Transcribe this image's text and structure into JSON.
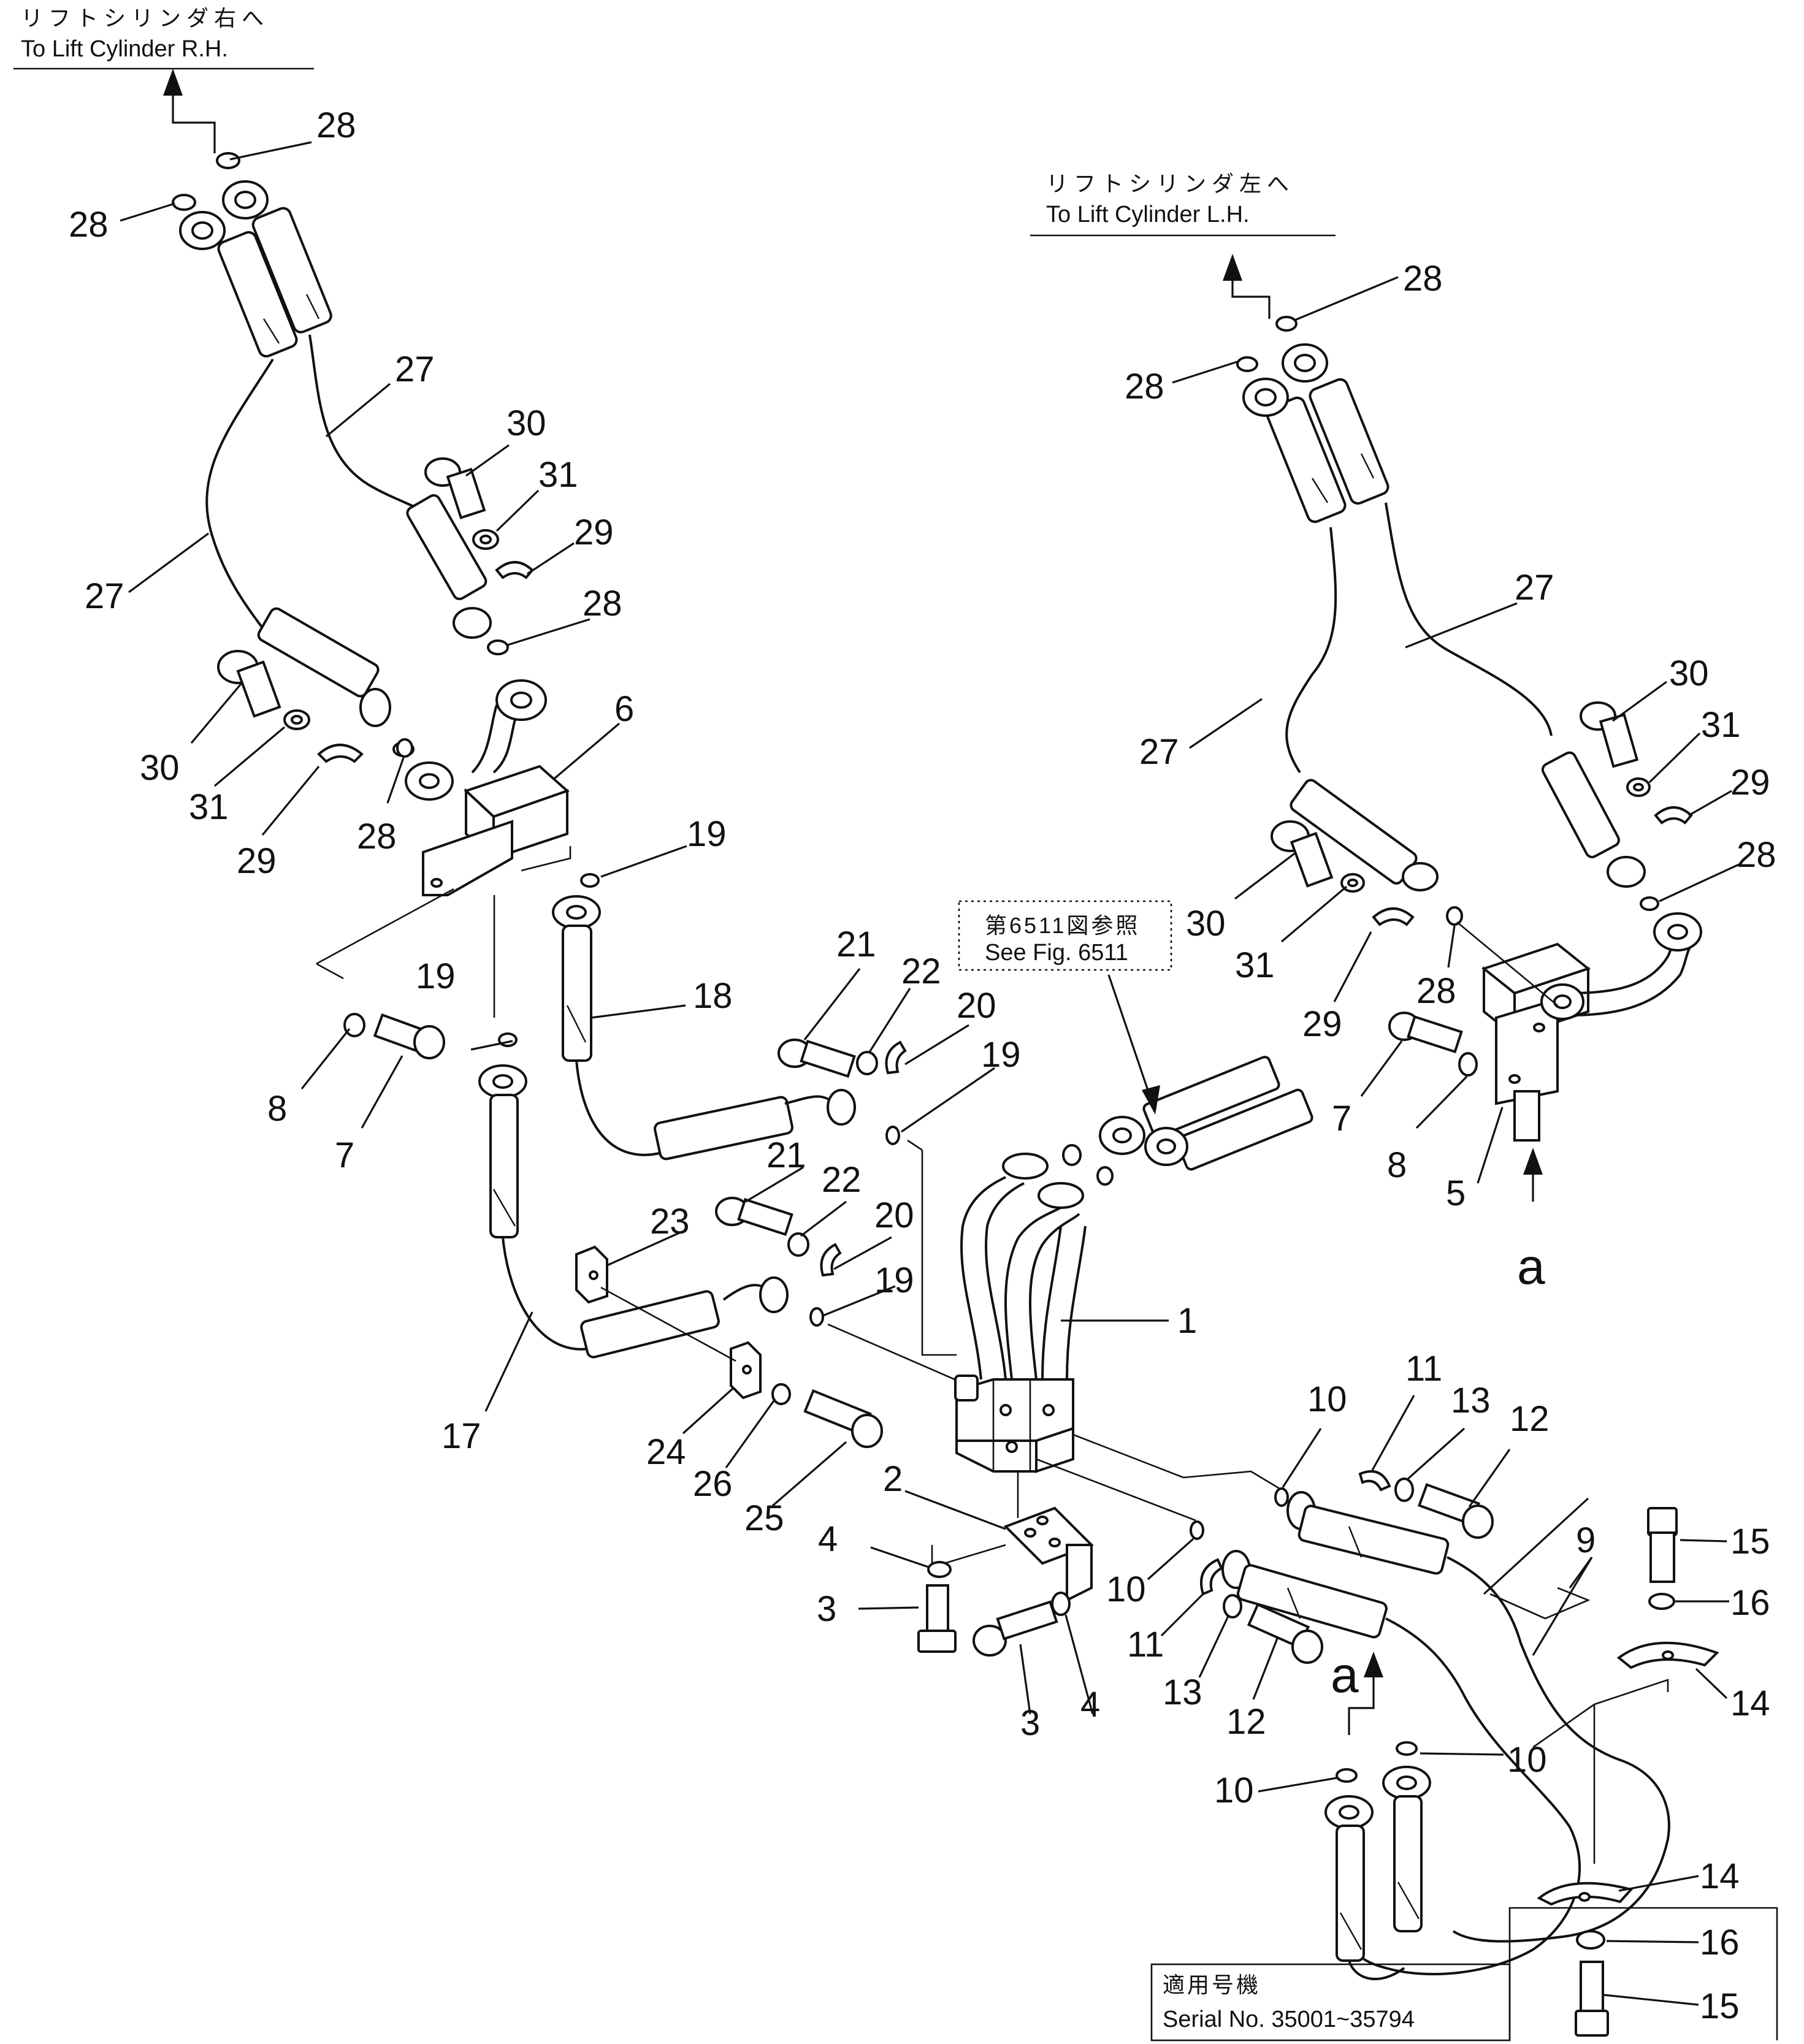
{
  "notes": {
    "rh_jp": "リフトシリンダ右へ",
    "rh_en": "To Lift Cylinder R.H.",
    "lh_jp": "リフトシリンダ左へ",
    "lh_en": "To Lift Cylinder L.H.",
    "fig_jp": "第6511図参照",
    "fig_en": "See Fig. 6511",
    "serial_jp": "適用号機",
    "serial_en": "Serial  No.  35001~35794"
  },
  "view_markers": [
    "a",
    "a"
  ],
  "callouts": [
    "28",
    "28",
    "27",
    "27",
    "30",
    "31",
    "29",
    "28",
    "30",
    "31",
    "29",
    "28",
    "6",
    "19",
    "28",
    "28",
    "27",
    "27",
    "30",
    "31",
    "29",
    "28",
    "30",
    "31",
    "28",
    "29",
    "7",
    "8",
    "5",
    "19",
    "8",
    "7",
    "18",
    "21",
    "22",
    "20",
    "19",
    "21",
    "22",
    "20",
    "19",
    "23",
    "17",
    "24",
    "26",
    "25",
    "1",
    "2",
    "4",
    "3",
    "3",
    "4",
    "10",
    "11",
    "13",
    "12",
    "10",
    "11",
    "13",
    "12",
    "9",
    "15",
    "16",
    "14",
    "10",
    "10",
    "14",
    "16",
    "15"
  ]
}
